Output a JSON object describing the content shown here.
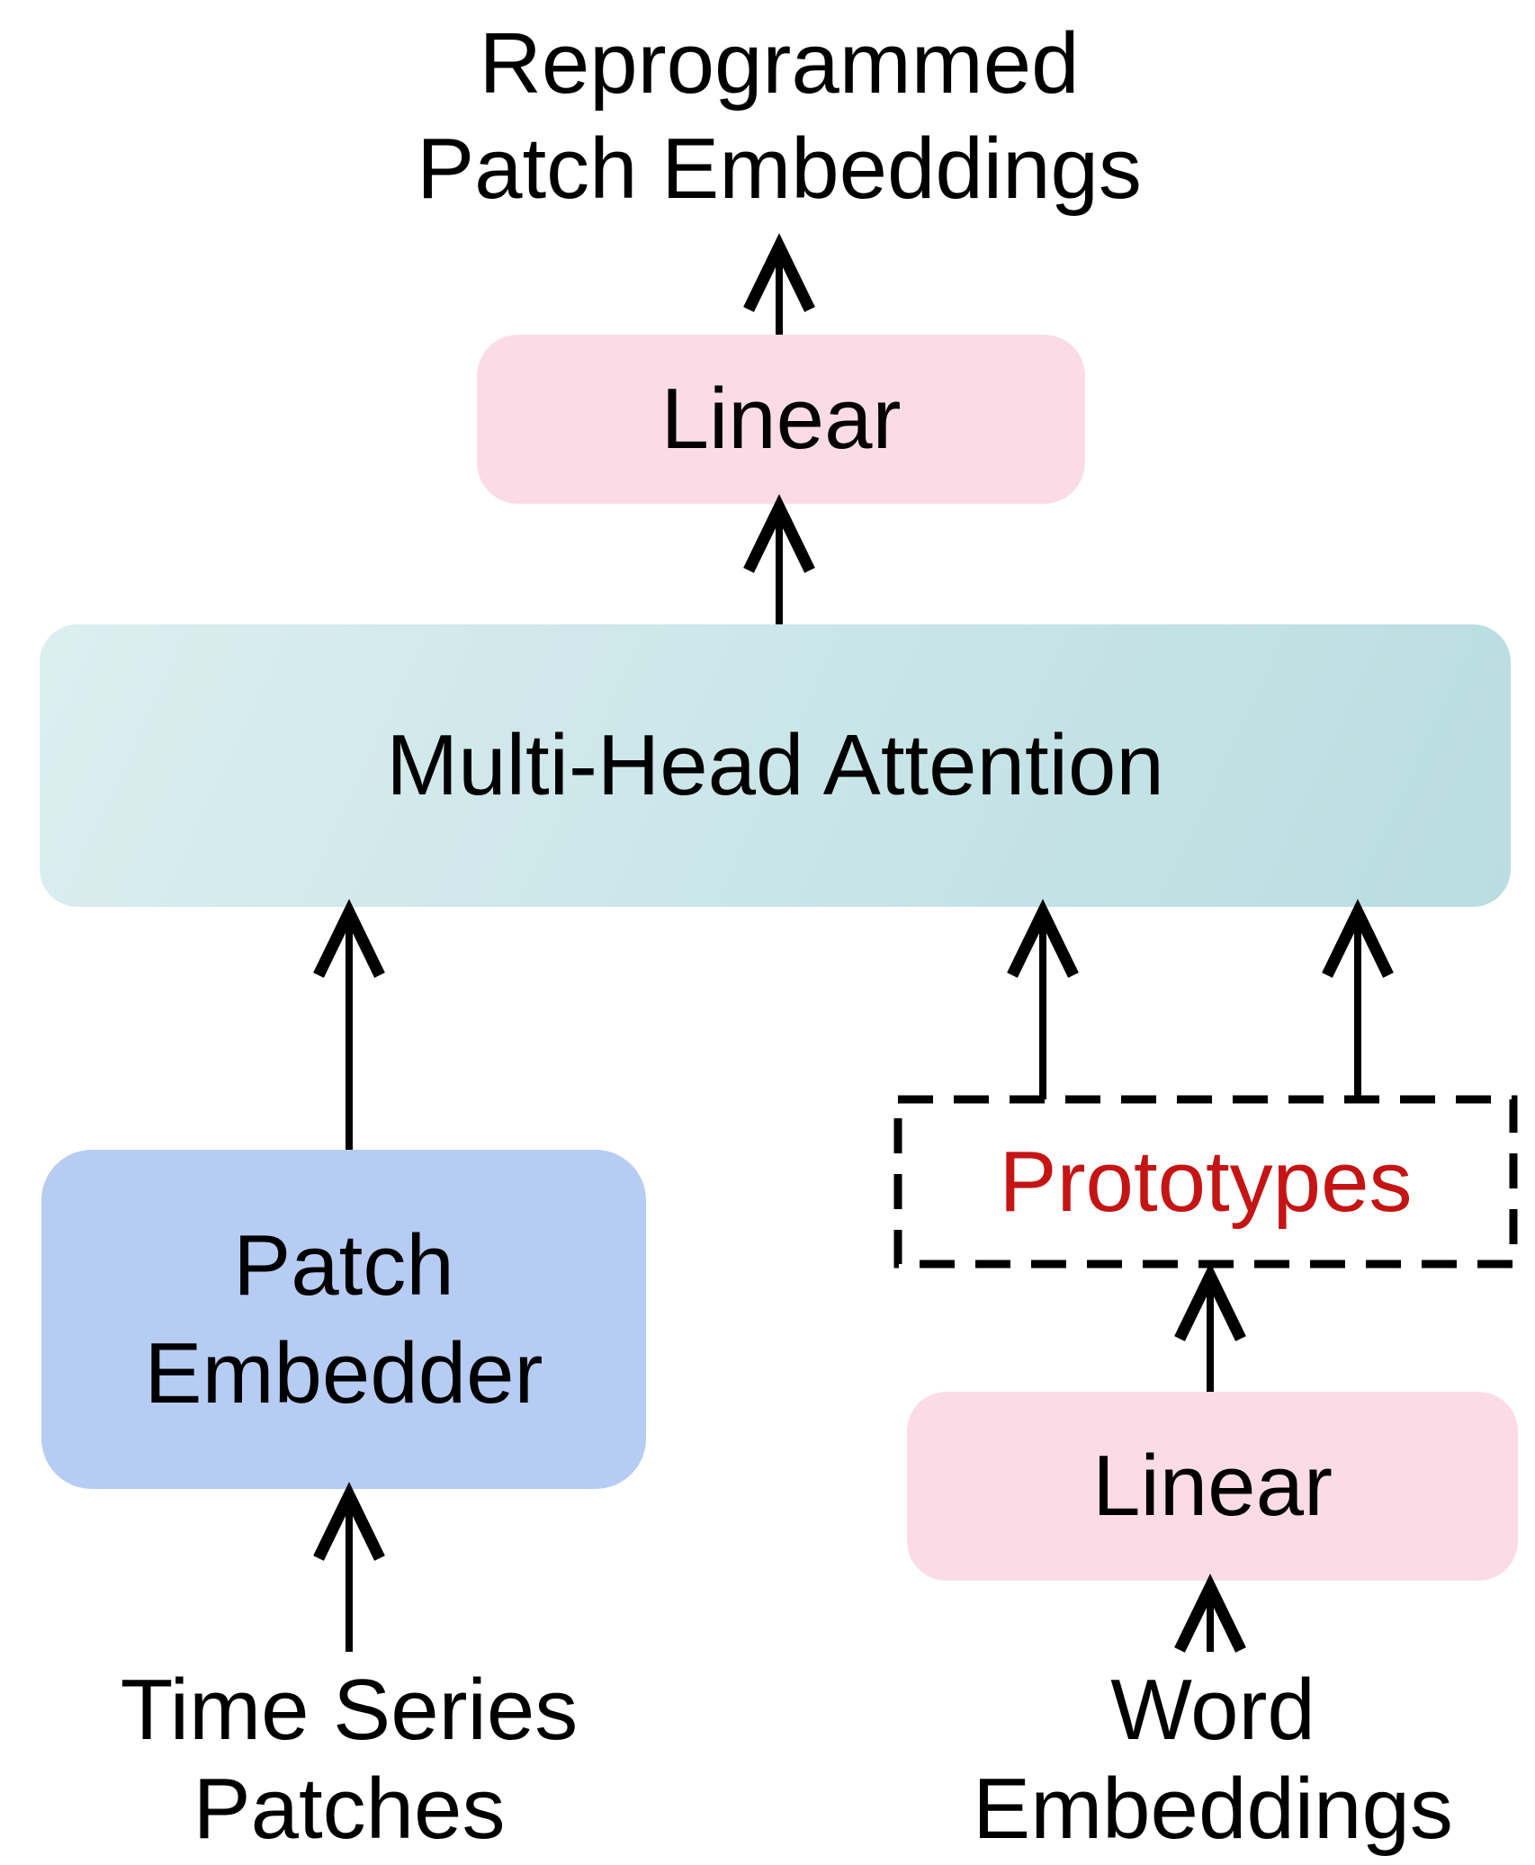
{
  "diagram": {
    "title": "Reprogrammed\nPatch Embeddings",
    "nodes": {
      "linear_top": {
        "label": "Linear"
      },
      "mha": {
        "label": "Multi-Head Attention"
      },
      "patch_embedder": {
        "label": "Patch\nEmbedder"
      },
      "prototypes": {
        "label": "Prototypes"
      },
      "linear_right": {
        "label": "Linear"
      },
      "time_series": {
        "label": "Time Series\nPatches"
      },
      "word_embeddings": {
        "label": "Word\nEmbeddings"
      }
    },
    "arrows": [
      {
        "from": "linear_top",
        "to": "reprogrammed_patch_embeddings"
      },
      {
        "from": "mha",
        "to": "linear_top"
      },
      {
        "from": "patch_embedder",
        "to": "mha"
      },
      {
        "from": "prototypes",
        "to": "mha",
        "count": 2
      },
      {
        "from": "linear_right",
        "to": "prototypes"
      },
      {
        "from": "word_embeddings",
        "to": "linear_right"
      },
      {
        "from": "time_series",
        "to": "patch_embedder"
      }
    ],
    "colors": {
      "pink": "#fbdce6",
      "blue": "#b7ccf3",
      "teal_light": "#dceef0",
      "teal_dark": "#b9dde1",
      "red": "#c51414",
      "ink": "#000000",
      "bg": "#ffffff"
    }
  }
}
